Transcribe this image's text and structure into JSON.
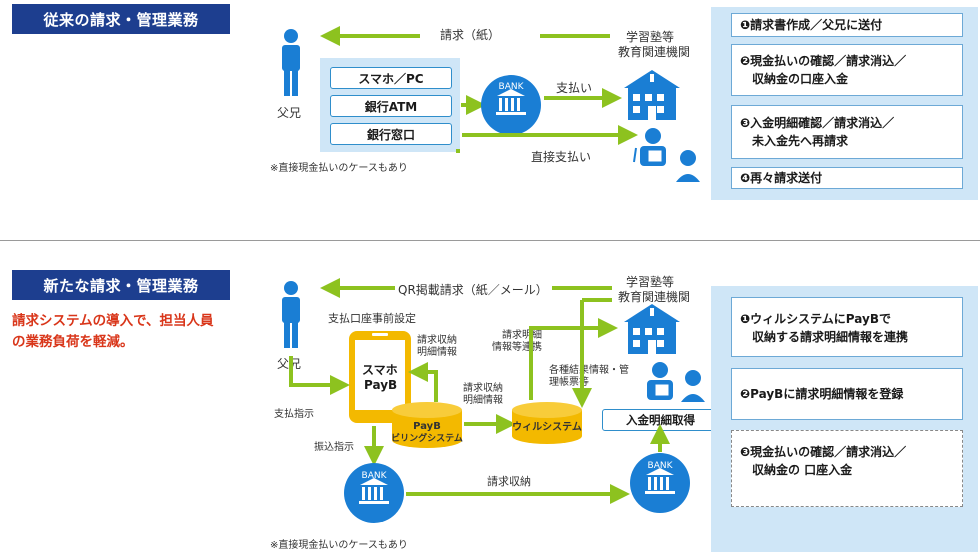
{
  "section1": {
    "title": "従来の請求・管理業務",
    "parent_label": "父兄",
    "institution_label_1": "学習塾等",
    "institution_label_2": "教育関連機関",
    "invoice_paper": "請求（紙）",
    "payment_methods": [
      "スマホ／PC",
      "銀行ATM",
      "銀行窓口"
    ],
    "bank_label": "BANK",
    "payment_label": "支払い",
    "direct_payment_label": "直接支払い",
    "note": "※直接現金払いのケースもあり",
    "steps": [
      "❶請求書作成／父兄に送付",
      "❷現金払いの確認／請求消込／\n　収納金の口座入金",
      "❸入金明細確認／請求消込／\n　未入金先へ再請求",
      "❹再々請求送付"
    ]
  },
  "section2": {
    "title": "新たな請求・管理業務",
    "subtitle_line1": "請求システムの導入で、担当人員",
    "subtitle_line2": "の業務負荷を軽減。",
    "parent_label": "父兄",
    "institution_label_1": "学習塾等",
    "institution_label_2": "教育関連機関",
    "qr_invoice": "QR掲載請求（紙／メール）",
    "account_setup": "支払口座事前設定",
    "phone_line1": "スマホ",
    "phone_line2": "PayB",
    "billing_info_1": "請求収納",
    "billing_info_2": "明細情報",
    "billing_info_3": "請求収納",
    "billing_info_4": "明細情報",
    "detail_link_1": "請求明細",
    "detail_link_2": "情報等連携",
    "results_1": "各種結果情報・管",
    "results_2": "理帳票等",
    "payb_system_1": "PayB",
    "payb_system_2": "ビリングシステム",
    "will_system": "ウィルシステム",
    "payment_instruction": "支払指示",
    "transfer_instruction": "振込指示",
    "bank_label": "BANK",
    "billing_receipt": "請求収納",
    "deposit_detail": "入金明細取得",
    "note": "※直接現金払いのケースもあり",
    "steps": [
      "❶ウィルシステムにPayBで\n　収納する請求明細情報を連携",
      "❷PayBに請求明細情報を登録",
      "❸現金払いの確認／請求消込／\n　収納金の 口座入金"
    ]
  },
  "colors": {
    "navy": "#1d3e8f",
    "blue": "#1a7ed4",
    "light_blue": "#cfe6f7",
    "green": "#8dc21f",
    "yellow": "#f3b900",
    "red": "#d9361a"
  }
}
